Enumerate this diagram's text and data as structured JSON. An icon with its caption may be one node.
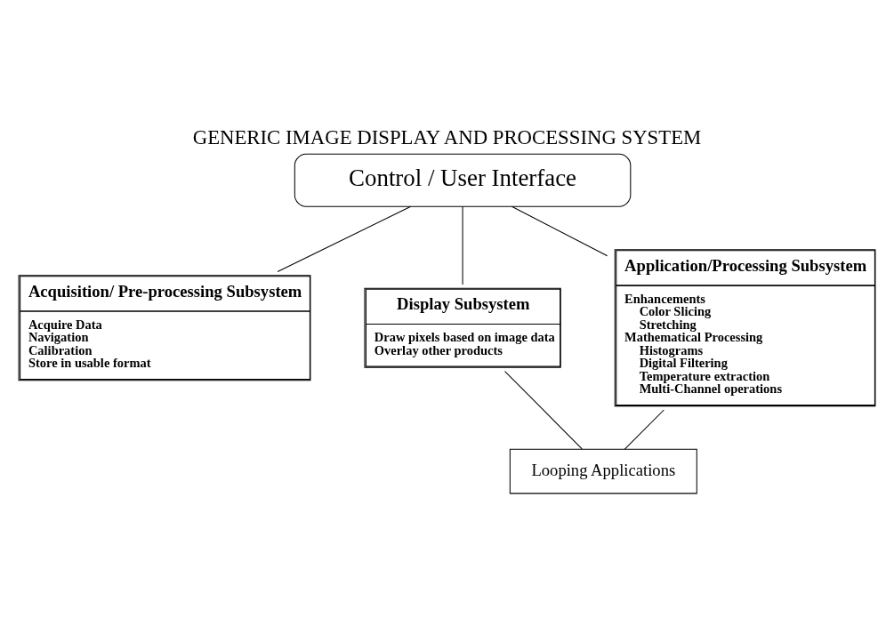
{
  "diagram": {
    "title": "GENERIC IMAGE DISPLAY AND PROCESSING SYSTEM",
    "nodes": [
      {
        "text": [
          "Control / User Interface"
        ]
      },
      {
        "text": [
          "Acquisition/ Pre-processing Subsystem",
          "Acquire Data",
          "Navigation",
          "Calibration",
          "Store in usable format"
        ]
      },
      {
        "text": [
          "Display Subsystem",
          "Draw pixels based on image data",
          "Overlay other products"
        ]
      },
      {
        "text": [
          "Application/Processing Subsystem",
          "Enhancements",
          "Color Slicing",
          "Stretching",
          "Mathematical Processing",
          "Histograms",
          "Digital Filtering",
          "Temperature extraction",
          "Multi-Channel operations"
        ]
      },
      {
        "text": [
          "Looping Applications"
        ]
      }
    ],
    "edges": [
      {
        "from": 0,
        "to": 1,
        "arrow": "none"
      },
      {
        "from": 0,
        "to": 2,
        "arrow": "none"
      },
      {
        "from": 0,
        "to": 3,
        "arrow": "none"
      },
      {
        "from": 2,
        "to": 4,
        "arrow": "none"
      },
      {
        "from": 4,
        "to": 3,
        "arrow": "none"
      }
    ]
  }
}
